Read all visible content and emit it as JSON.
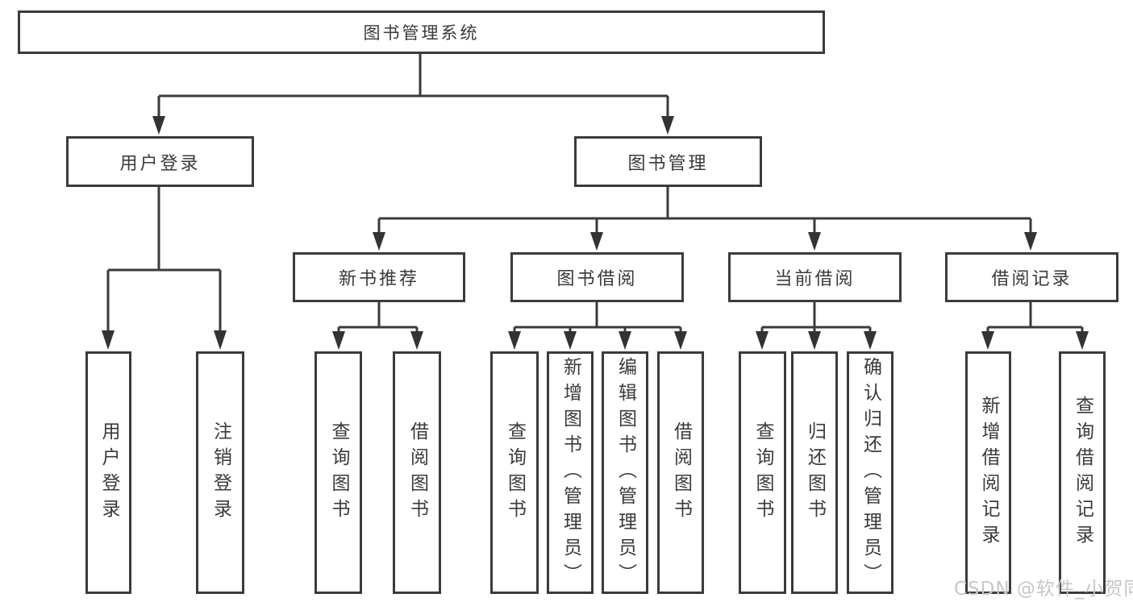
{
  "diagram": {
    "root": "图书管理系统",
    "level2": [
      "用户登录",
      "图书管理"
    ],
    "level3": [
      "新书推荐",
      "图书借阅",
      "当前借阅",
      "借阅记录"
    ],
    "leaves": {
      "user_login": [
        "用户登录",
        "注销登录"
      ],
      "new_book_recommend": [
        "查询图书",
        "借阅图书"
      ],
      "book_borrow": [
        "查询图书",
        "新增图书（管理员）",
        "编辑图书（管理员）",
        "借阅图书"
      ],
      "current_borrow": [
        "查询图书",
        "归还图书",
        "确认归还（管理员）"
      ],
      "borrow_records": [
        "新增借阅记录",
        "查询借阅记录"
      ]
    },
    "watermark": "CSDN @软件_小贺同学",
    "colors": {
      "border": "#3b3b3b",
      "text": "#3a3a3e",
      "arrow": "#333336",
      "watermark": "#c7c7c7",
      "background": "#ffffff"
    }
  }
}
